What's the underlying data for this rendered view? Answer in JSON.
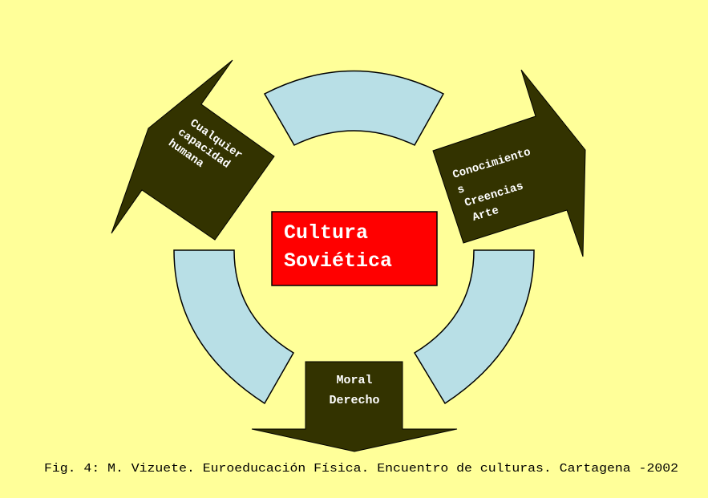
{
  "colors": {
    "background": "#FFFF99",
    "segment": "#B8DFE6",
    "arrow": "#333300",
    "center_box": "#FF0000",
    "text_light": "#FFFFFF",
    "caption": "#000000"
  },
  "center": {
    "line1": "Cultura",
    "line2": "Soviética"
  },
  "arrows": {
    "left": {
      "lines": [
        "Cualquier",
        "capacidad",
        "humana"
      ]
    },
    "right": {
      "lines": [
        "Conocimiento",
        "s",
        "Creencias",
        "Arte"
      ]
    },
    "bottom": {
      "lines": [
        "Moral",
        "Derecho"
      ]
    }
  },
  "caption": "Fig. 4: M. Vizuete. Euroeducación Física. Encuentro de culturas. Cartagena -2002"
}
